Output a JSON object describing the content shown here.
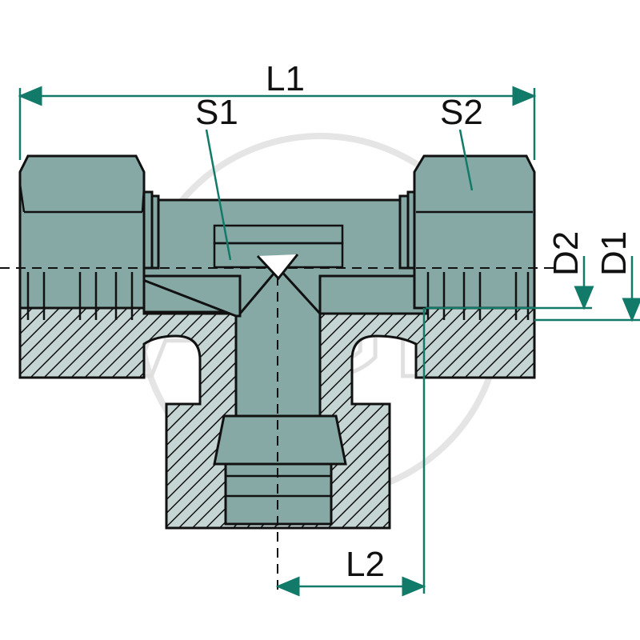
{
  "labels": {
    "L1": "L1",
    "S1": "S1",
    "S2": "S2",
    "D1": "D1",
    "D2": "D2",
    "L2": "L2"
  },
  "watermark": "AGP",
  "colors": {
    "body": "#86a9a6",
    "section": "#c5d5d3",
    "dimension": "#127a68",
    "outline": "#111111"
  }
}
